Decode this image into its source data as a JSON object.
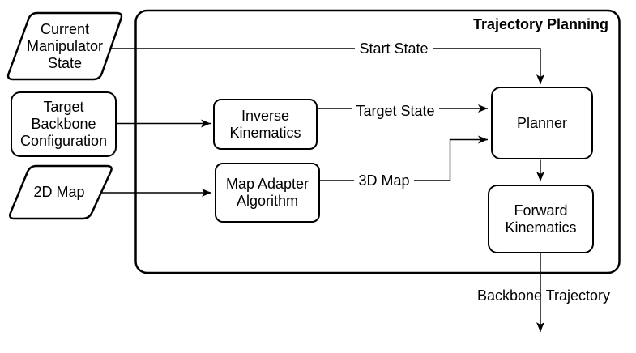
{
  "diagram": {
    "container_title": "Trajectory Planning",
    "nodes": {
      "current_manipulator_state": "Current Manipulator State",
      "target_backbone_configuration": "Target Backbone Configuration",
      "map_2d": "2D Map",
      "inverse_kinematics": "Inverse Kinematics",
      "map_adapter_algorithm": "Map Adapter Algorithm",
      "planner": "Planner",
      "forward_kinematics": "Forward Kinematics"
    },
    "edge_labels": {
      "start_state": "Start State",
      "target_state": "Target State",
      "map_3d": "3D Map",
      "backbone_trajectory": "Backbone Trajectory"
    },
    "colors": {
      "stroke": "#000000",
      "node_fill": "#ffffff",
      "background": "#ffffff"
    }
  }
}
